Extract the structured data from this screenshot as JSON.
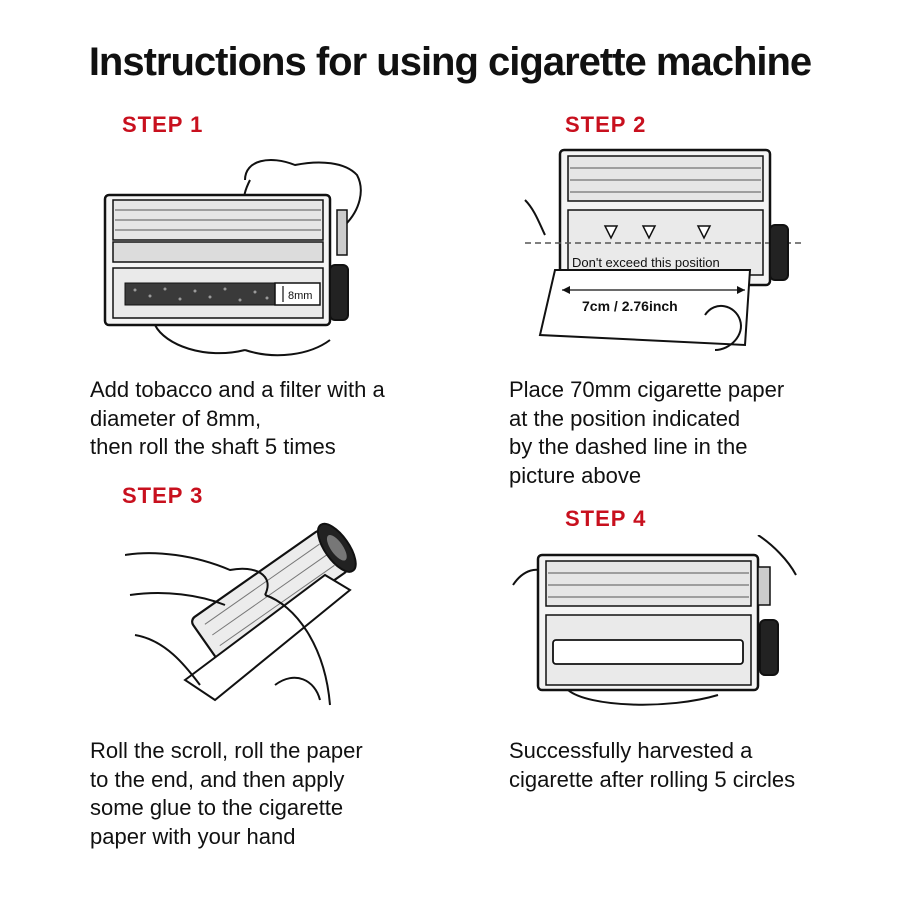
{
  "title": "Instructions for using cigarette machine",
  "step1": {
    "label": "STEP  1",
    "filter_size": "8mm",
    "caption": "Add tobacco and a filter with a\ndiameter of 8mm,\nthen roll the shaft 5 times"
  },
  "step2": {
    "label": "STEP  2",
    "position_note": "Don't exceed this position",
    "length_note": "7cm / 2.76inch",
    "caption": "Place 70mm cigarette paper\nat the position indicated\nby the dashed line in the\npicture above"
  },
  "step3": {
    "label": "STEP  3",
    "caption": "Roll the scroll, roll the paper\nto the end, and then apply\nsome glue to the cigarette\npaper with your hand"
  },
  "step4": {
    "label": "STEP  4",
    "caption": "Successfully harvested a\ncigarette after rolling 5 circles"
  },
  "colors": {
    "accent": "#c8101e",
    "ink": "#111111"
  }
}
